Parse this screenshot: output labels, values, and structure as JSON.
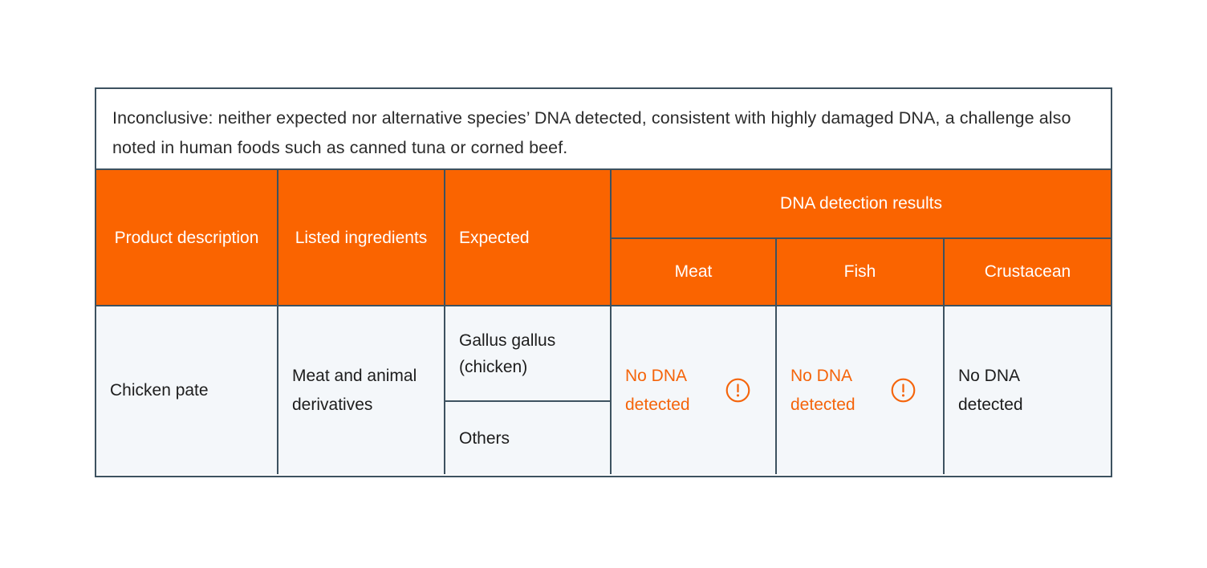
{
  "figure": {
    "banner": {
      "text": "Inconclusive: neither expected nor alternative species’ DNA detected, consistent with highly damaged DNA, a challenge also noted in human foods such as canned tuna or corned beef."
    },
    "colors": {
      "header_orange": "#fa6400",
      "border": "#3d5260",
      "body_background": "#f4f7fa",
      "alert_orange": "#f5640a",
      "body_text": "#1d1d1d",
      "header_text": "#ffffff",
      "banner_background": "#ffffff"
    },
    "header": {
      "product_description": "Product description",
      "listed_ingredients": "Listed ingredients",
      "expected": "Expected",
      "group_title": "DNA detection results",
      "sub_columns": [
        {
          "label": "Meat"
        },
        {
          "label": "Fish"
        },
        {
          "label": "Crustacean"
        }
      ]
    },
    "rows": [
      {
        "product_description": "Chicken pate",
        "listed_ingredients": "Meat and animal derivatives",
        "expected": {
          "primary": "Gallus gallus (chicken)",
          "secondary": "Others"
        },
        "results": {
          "meat": {
            "text": "No DNA detected",
            "alert": true,
            "icon": "alert-circle-icon"
          },
          "fish": {
            "text": "No DNA detected",
            "alert": true,
            "icon": "alert-circle-icon"
          },
          "crustacean": {
            "text": "No DNA detected",
            "alert": false,
            "icon": null
          }
        }
      }
    ]
  }
}
